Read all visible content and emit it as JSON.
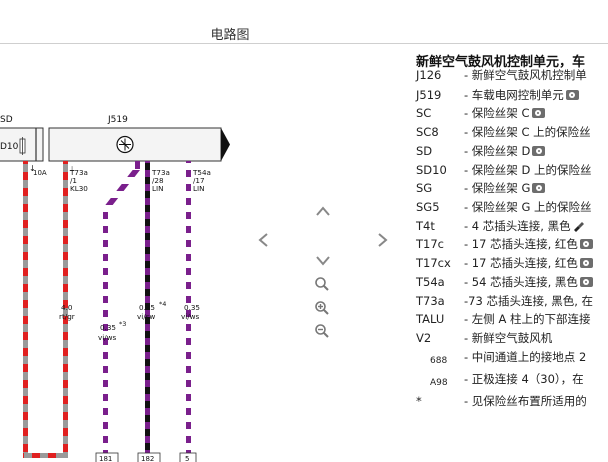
{
  "window": {
    "title": "电路图"
  },
  "diagram": {
    "left_module_label": "SD",
    "left_module_inner": "D10",
    "main_module_label": "J519",
    "fuse_label": "10A",
    "connectors": [
      {
        "line1": "T73a",
        "line2": "/1",
        "line3": "KL30"
      },
      {
        "line1": "T73a",
        "line2": "/28",
        "line3": "LIN"
      },
      {
        "line1": "T54a",
        "line2": "/17",
        "line3": "LIN"
      }
    ],
    "wires": [
      {
        "size": "4.0",
        "color": "rt/gr"
      },
      {
        "size": "0.35",
        "note": "*3",
        "color": "vi/ws"
      },
      {
        "size": "0.35",
        "note": "*4",
        "color": "vi/sw"
      },
      {
        "size": "0.35",
        "color": "vi/ws"
      }
    ],
    "bottom_labels": [
      "181",
      "182",
      "5"
    ],
    "colors": {
      "red": "#e02020",
      "grey": "#9a9a9a",
      "purple": "#7a1f8c",
      "black": "#111111",
      "white": "#ffffff"
    }
  },
  "nav": {
    "prev_icon": "chevron-left-icon",
    "next_icon": "chevron-right-icon",
    "up_icon": "chevron-up-icon",
    "down_icon": "chevron-down-icon",
    "zoom_icon": "magnifier-icon",
    "zoom_in_icon": "zoom-in-icon",
    "zoom_out_icon": "zoom-out-icon"
  },
  "legend": {
    "title": "新鲜空气鼓风机控制单元，车",
    "items": [
      {
        "code": "J126",
        "desc": "- 新鲜空气鼓风机控制单"
      },
      {
        "code": "J519",
        "desc": "- 车载电网控制单元",
        "camera": true
      },
      {
        "code": "SC",
        "desc": "-  保险丝架 C",
        "camera": true
      },
      {
        "code": "SC8",
        "desc": "- 保险丝架 C 上的保险丝"
      },
      {
        "code": "SD",
        "desc": "-  保险丝架 D",
        "camera": true
      },
      {
        "code": "SD10",
        "desc": "- 保险丝架 D 上的保险丝"
      },
      {
        "code": "SG",
        "desc": "-  保险丝架 G",
        "camera": true
      },
      {
        "code": "SG5",
        "desc": "- 保险丝架 G 上的保险丝"
      },
      {
        "code": "T4t",
        "desc": "- 4 芯插头连接, 黑色",
        "plug": true
      },
      {
        "code": "T17c",
        "desc": "- 17 芯插头连接, 红色",
        "camera": true
      },
      {
        "code": "T17cx",
        "desc": "- 17 芯插头连接, 红色",
        "camera": true
      },
      {
        "code": "T54a",
        "desc": "- 54 芯插头连接, 黑色",
        "camera": true
      },
      {
        "code": "T73a",
        "desc": "-73 芯插头连接, 黑色, 在"
      },
      {
        "code": "TALU",
        "desc": "- 左侧 A 柱上的下部连接"
      },
      {
        "code": "V2",
        "desc": "-  新鲜空气鼓风机"
      },
      {
        "code": "688",
        "desc": "- 中间通道上的接地点 2",
        "small": true
      },
      {
        "code": "A98",
        "desc": "- 正极连接 4（30），在",
        "small": true
      },
      {
        "code": "*",
        "desc": "- 见保险丝布置所适用的"
      }
    ]
  }
}
